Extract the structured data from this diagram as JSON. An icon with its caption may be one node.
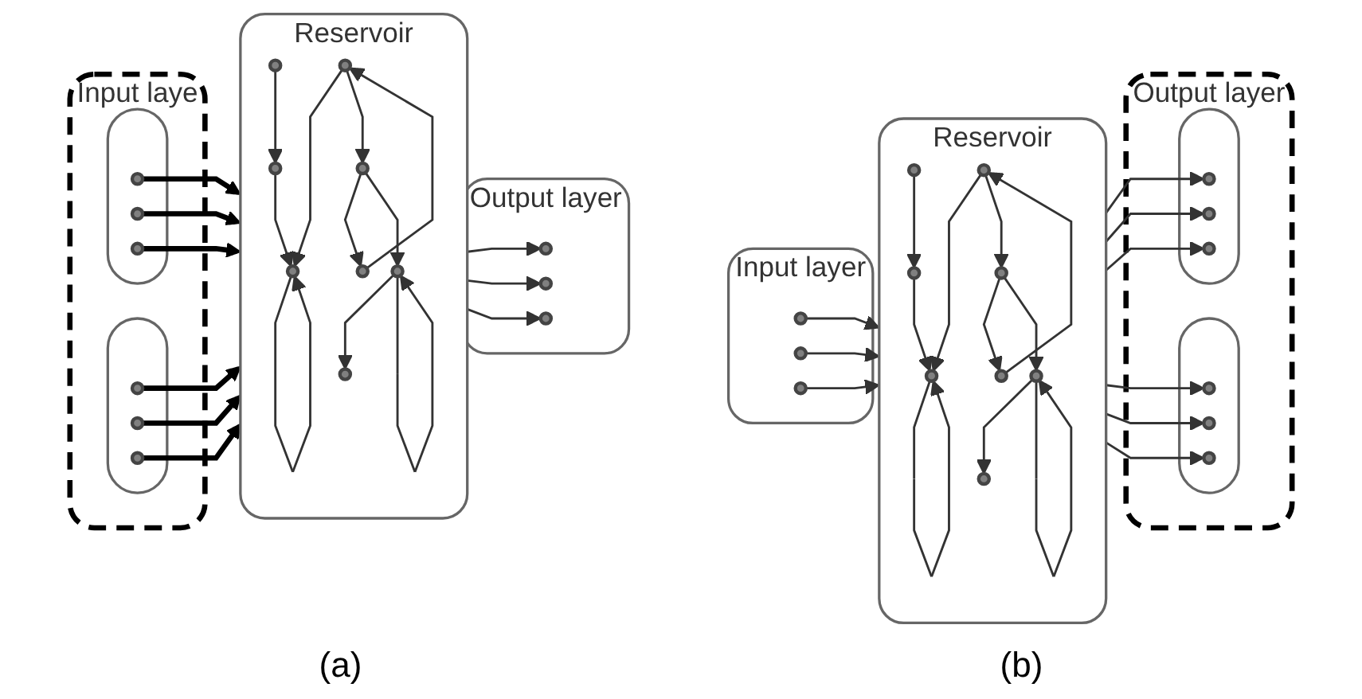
{
  "diagram": {
    "nodes": [
      {
        "text": [
          "Input laye"
        ]
      },
      {
        "text": [],
        "shape": "capsule",
        "in": 0
      },
      {
        "text": [],
        "shape": "circle",
        "in": 1
      },
      {
        "text": [],
        "shape": "circle",
        "in": 1
      },
      {
        "text": [],
        "shape": "circle",
        "in": 1
      },
      {
        "text": [],
        "shape": "capsule",
        "in": 0
      },
      {
        "text": [],
        "shape": "circle",
        "in": 5
      },
      {
        "text": [],
        "shape": "circle",
        "in": 5
      },
      {
        "text": [],
        "shape": "circle",
        "in": 5
      },
      {
        "text": [
          "Reservoir"
        ]
      },
      {
        "text": [],
        "shape": "circle",
        "in": 9
      },
      {
        "text": [],
        "shape": "circle",
        "in": 9
      },
      {
        "text": [],
        "shape": "circle",
        "in": 9
      },
      {
        "text": [],
        "shape": "circle",
        "in": 9
      },
      {
        "text": [],
        "shape": "circle",
        "in": 9
      },
      {
        "text": [],
        "shape": "circle",
        "in": 9
      },
      {
        "text": [],
        "shape": "circle",
        "in": 9
      },
      {
        "text": [],
        "shape": "circle",
        "in": 9
      },
      {
        "text": [
          "Output layer"
        ]
      },
      {
        "text": [],
        "shape": "circle",
        "in": 18
      },
      {
        "text": [],
        "shape": "circle",
        "in": 18
      },
      {
        "text": [],
        "shape": "circle",
        "in": 18
      },
      {
        "text": [
          "Input layer"
        ]
      },
      {
        "text": [],
        "shape": "circle",
        "in": 22
      },
      {
        "text": [],
        "shape": "circle",
        "in": 22
      },
      {
        "text": [],
        "shape": "circle",
        "in": 22
      },
      {
        "text": [
          "Reservoir"
        ]
      },
      {
        "text": [],
        "shape": "circle",
        "in": 26
      },
      {
        "text": [],
        "shape": "circle",
        "in": 26
      },
      {
        "text": [],
        "shape": "circle",
        "in": 26
      },
      {
        "text": [],
        "shape": "circle",
        "in": 26
      },
      {
        "text": [],
        "shape": "circle",
        "in": 26
      },
      {
        "text": [],
        "shape": "circle",
        "in": 26
      },
      {
        "text": [],
        "shape": "circle",
        "in": 26
      },
      {
        "text": [],
        "shape": "circle",
        "in": 26
      },
      {
        "text": [
          "Output layer"
        ]
      },
      {
        "text": [],
        "shape": "capsule",
        "in": 35
      },
      {
        "text": [],
        "shape": "circle",
        "in": 36
      },
      {
        "text": [],
        "shape": "circle",
        "in": 36
      },
      {
        "text": [],
        "shape": "circle",
        "in": 36
      },
      {
        "text": [],
        "shape": "capsule",
        "in": 35
      },
      {
        "text": [],
        "shape": "circle",
        "in": 40
      },
      {
        "text": [],
        "shape": "circle",
        "in": 40
      },
      {
        "text": [],
        "shape": "circle",
        "in": 40
      }
    ],
    "edges": [
      {
        "from": 2,
        "to": 9,
        "arrow": "to",
        "style": "thick"
      },
      {
        "from": 3,
        "to": 9,
        "arrow": "to",
        "style": "thick"
      },
      {
        "from": 4,
        "to": 9,
        "arrow": "to",
        "style": "thick"
      },
      {
        "from": 6,
        "to": 9,
        "arrow": "to",
        "style": "thick"
      },
      {
        "from": 7,
        "to": 9,
        "arrow": "to",
        "style": "thick"
      },
      {
        "from": 8,
        "to": 9,
        "arrow": "to",
        "style": "thick"
      },
      {
        "from": 11,
        "to": 10,
        "arrow": "to"
      },
      {
        "from": 10,
        "to": 12,
        "arrow": "to"
      },
      {
        "from": 12,
        "to": 12,
        "arrow": "to"
      },
      {
        "from": 13,
        "to": 12,
        "arrow": "to"
      },
      {
        "from": 14,
        "to": 13,
        "arrow": "to"
      },
      {
        "from": 13,
        "to": 16,
        "arrow": "to"
      },
      {
        "from": 16,
        "to": 14,
        "arrow": "to"
      },
      {
        "from": 16,
        "to": 17,
        "arrow": "to"
      },
      {
        "from": 17,
        "to": 15,
        "arrow": "to"
      },
      {
        "from": 17,
        "to": 17,
        "arrow": "to"
      },
      {
        "from": 9,
        "to": 19,
        "arrow": "to"
      },
      {
        "from": 9,
        "to": 20,
        "arrow": "to"
      },
      {
        "from": 9,
        "to": 21,
        "arrow": "to"
      },
      {
        "from": 23,
        "to": 26,
        "arrow": "to"
      },
      {
        "from": 24,
        "to": 26,
        "arrow": "to"
      },
      {
        "from": 25,
        "to": 26,
        "arrow": "to"
      },
      {
        "from": 27,
        "to": 29,
        "arrow": "to"
      },
      {
        "from": 28,
        "to": 27,
        "arrow": "to"
      },
      {
        "from": 29,
        "to": 29,
        "arrow": "to"
      },
      {
        "from": 30,
        "to": 29,
        "arrow": "to"
      },
      {
        "from": 31,
        "to": 30,
        "arrow": "to"
      },
      {
        "from": 30,
        "to": 33,
        "arrow": "to"
      },
      {
        "from": 33,
        "to": 31,
        "arrow": "to"
      },
      {
        "from": 33,
        "to": 34,
        "arrow": "to"
      },
      {
        "from": 34,
        "to": 32,
        "arrow": "to"
      },
      {
        "from": 34,
        "to": 34,
        "arrow": "to"
      },
      {
        "from": 26,
        "to": 37,
        "arrow": "to"
      },
      {
        "from": 26,
        "to": 38,
        "arrow": "to"
      },
      {
        "from": 26,
        "to": 39,
        "arrow": "to"
      },
      {
        "from": 26,
        "to": 41,
        "arrow": "to"
      },
      {
        "from": 26,
        "to": 42,
        "arrow": "to"
      },
      {
        "from": 26,
        "to": 43,
        "arrow": "to"
      }
    ],
    "labels": [
      "(a)",
      "(b)"
    ]
  }
}
